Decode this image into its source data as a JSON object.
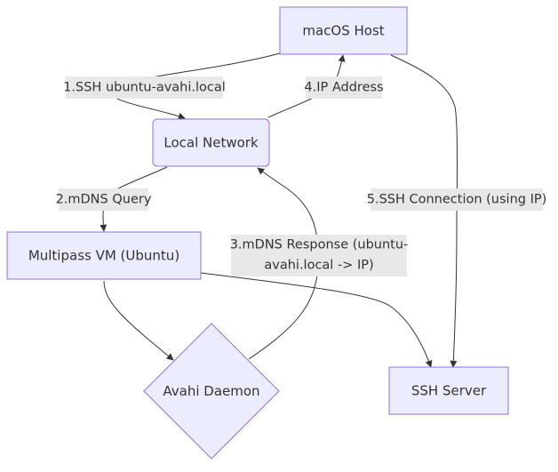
{
  "diagram": {
    "type": "flowchart",
    "nodes": {
      "macos_host": {
        "label": "macOS Host",
        "shape": "rect"
      },
      "local_network": {
        "label": "Local Network",
        "shape": "rounded-rect"
      },
      "multipass_vm": {
        "label": "Multipass VM (Ubuntu)",
        "shape": "rect"
      },
      "avahi_daemon": {
        "label": "Avahi Daemon",
        "shape": "diamond"
      },
      "ssh_server": {
        "label": "SSH Server",
        "shape": "rect"
      }
    },
    "edges": {
      "e1": {
        "from": "macOS Host",
        "to": "Local Network",
        "label": "1.SSH ubuntu-avahi.local"
      },
      "e2": {
        "from": "Local Network",
        "to": "Multipass VM (Ubuntu)",
        "label": "2.mDNS Query"
      },
      "e3": {
        "from": "Avahi Daemon",
        "to": "Local Network",
        "label_line1": "3.mDNS Response (ubuntu-",
        "label_line2": "avahi.local -> IP)"
      },
      "e4": {
        "from": "Local Network",
        "to": "macOS Host",
        "label": "4.IP Address"
      },
      "e5": {
        "from": "macOS Host",
        "to": "SSH Server",
        "label": "5.SSH Connection (using IP)"
      },
      "e6": {
        "from": "Multipass VM (Ubuntu)",
        "to": "Avahi Daemon",
        "label": ""
      },
      "e7": {
        "from": "Multipass VM (Ubuntu)",
        "to": "SSH Server",
        "label": ""
      }
    },
    "colors": {
      "node_fill": "#ECECFF",
      "node_stroke": "#9370DB",
      "edge": "#333333",
      "label_bg": "#E8E8E8",
      "text": "#333333"
    }
  }
}
